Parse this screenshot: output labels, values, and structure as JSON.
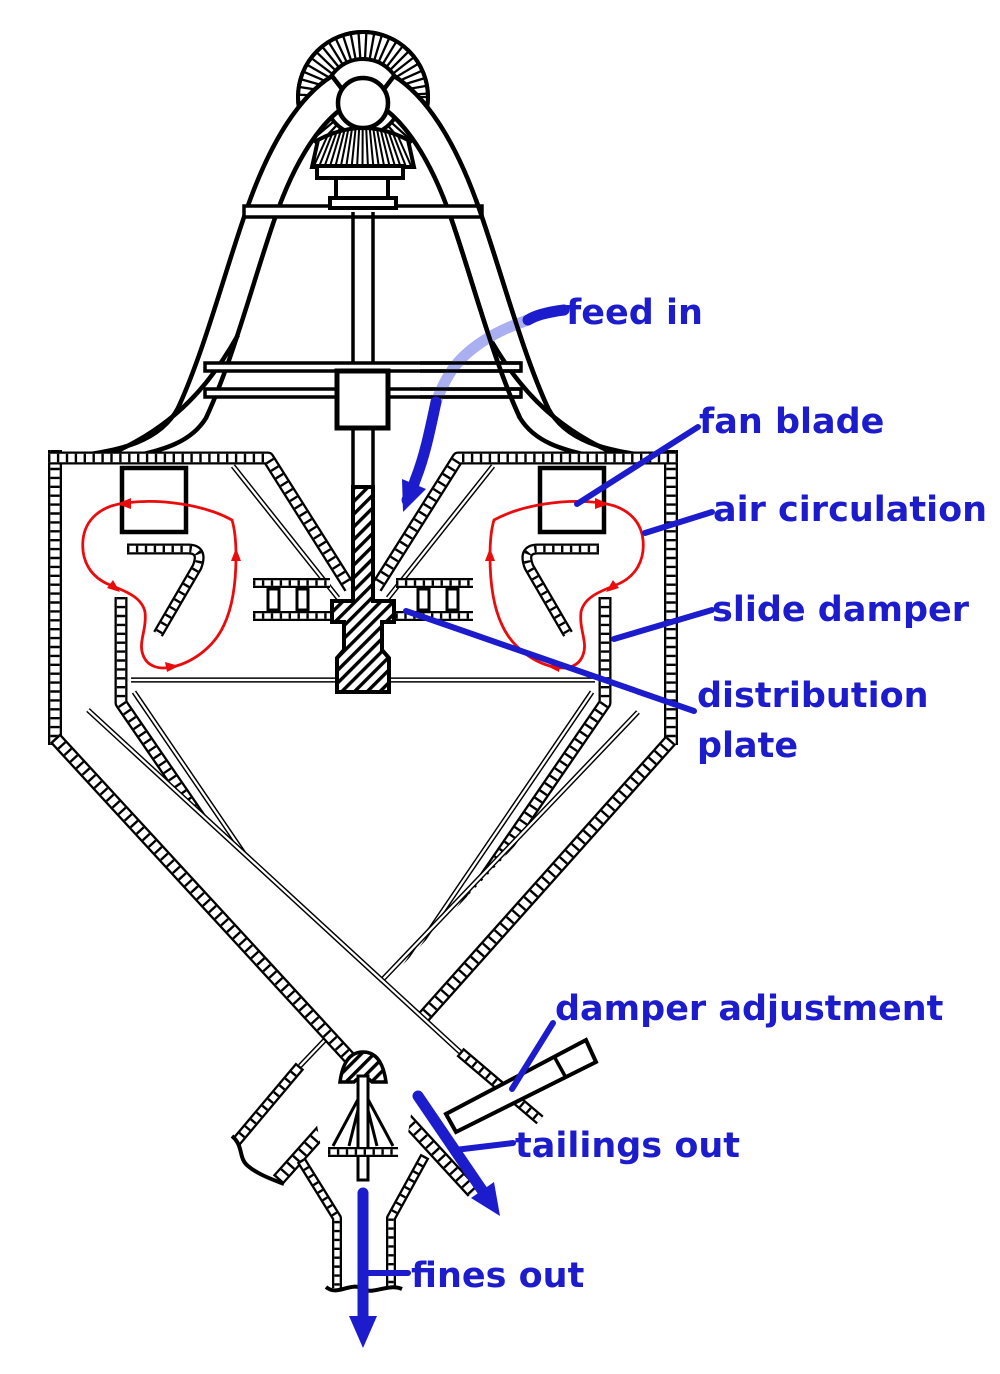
{
  "labels": {
    "feed_in": "feed in",
    "fan_blade": "fan blade",
    "air_circulation": "air circulation",
    "slide_damper": "slide damper",
    "distribution_plate": {
      "line1": "distribution",
      "line2": "plate"
    },
    "damper_adjustment": "damper adjustment",
    "tailings_out": "tailings out",
    "fines_out": "fines out"
  },
  "colors": {
    "label_blue": "#1c1ccd",
    "arrow_blue": "#1c1ccd",
    "arrow_blue_light": "#a9aff0",
    "circulation_red": "#ea0c0c",
    "line_black": "#000000",
    "background": "#ffffff"
  }
}
